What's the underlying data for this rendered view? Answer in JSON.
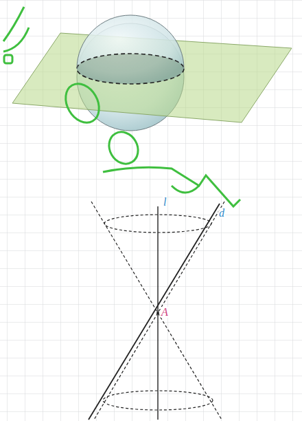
{
  "diagram": {
    "labels": [
      "l",
      "d",
      "A"
    ]
  }
}
